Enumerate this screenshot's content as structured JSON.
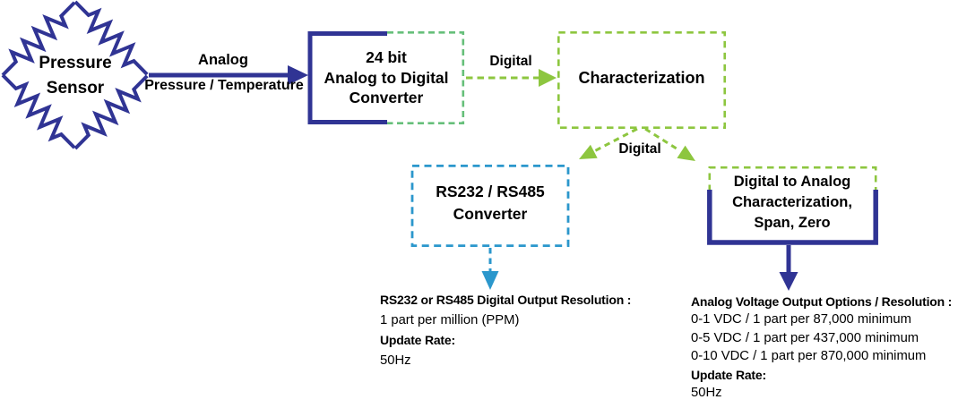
{
  "sensor": {
    "line1": "Pressure",
    "line2": "Sensor"
  },
  "analog_link": {
    "label_top": "Analog",
    "label_bottom": "Pressure / Temperature"
  },
  "adc_box": {
    "line1": "24 bit",
    "line2": "Analog to Digital",
    "line3": "Converter"
  },
  "digital_link_1": {
    "label": "Digital"
  },
  "characterization_box": {
    "label": "Characterization"
  },
  "digital_link_2": {
    "label": "Digital"
  },
  "rs232_box": {
    "line1": "RS232 / RS485",
    "line2": "Converter"
  },
  "dac_box": {
    "line1": "Digital to Analog",
    "line2": "Characterization,",
    "line3": "Span, Zero"
  },
  "rs232_specs": {
    "heading1": "RS232 or RS485 Digital Output Resolution :",
    "value1": "1 part per million (PPM)",
    "heading2": "Update Rate:",
    "value2": "50Hz"
  },
  "analog_specs": {
    "heading1": "Analog Voltage Output Options / Resolution :",
    "options": [
      "0-1 VDC / 1 part per 87,000 minimum",
      "0-5 VDC / 1 part per 437,000 minimum",
      "0-10 VDC / 1 part per 870,000 minimum"
    ],
    "heading2": "Update Rate:",
    "value2": "50Hz"
  },
  "colors": {
    "navy": "#303494",
    "yellow_green": "#8dc63f",
    "soft_green": "#66bf7a",
    "cyan": "#2b97cc",
    "text": "#000000"
  }
}
